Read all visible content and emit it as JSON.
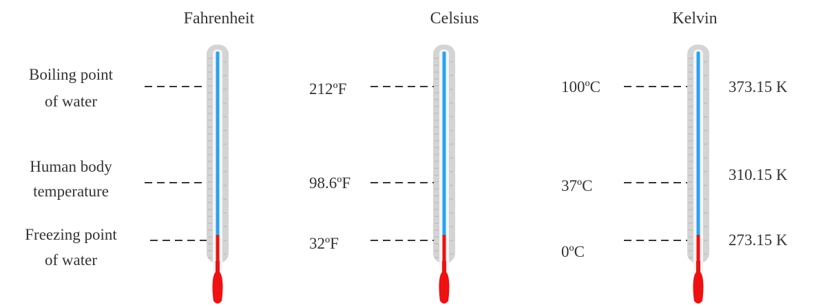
{
  "columns": [
    {
      "title": "Fahrenheit",
      "labels": {
        "boiling": [
          "Boiling point",
          "of water"
        ],
        "body": [
          "Human body",
          "temperature"
        ],
        "freezing": [
          "Freezing point",
          "of water"
        ]
      }
    },
    {
      "title": "Celsius",
      "labels": {
        "boiling": "212ºF",
        "body": "98.6ºF",
        "freezing": "32ºF"
      }
    },
    {
      "title": "Kelvin",
      "left_labels": {
        "boiling": "100ºC",
        "body": "37ºC",
        "freezing": "0ºC"
      },
      "right_labels": {
        "boiling": "373.15 K",
        "body": "310.15 K",
        "freezing": "273.15 K"
      }
    }
  ],
  "colors": {
    "glass": "#d4d4d4",
    "tube": "#f5f5f5",
    "mercury_cold": "#29a3f0",
    "mercury_hot": "#ee1111",
    "dash": "#333333",
    "text": "#333333"
  }
}
